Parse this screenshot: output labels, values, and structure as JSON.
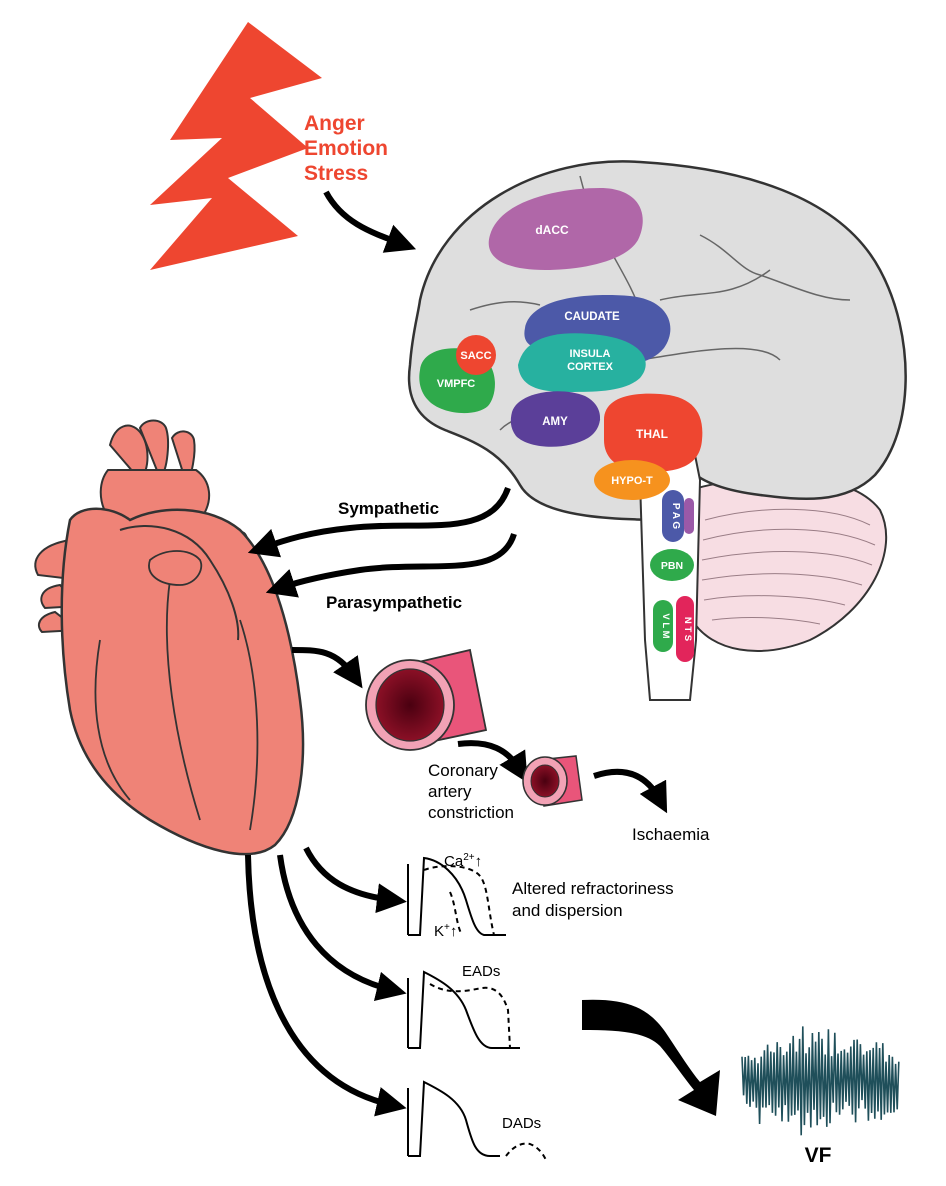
{
  "trigger": {
    "lines": [
      "Anger",
      "Emotion",
      "Stress"
    ],
    "color": "#ee4630"
  },
  "brain_regions": {
    "dacc": "dACC",
    "caudate": "CAUDATE",
    "insula_line1": "INSULA",
    "insula_line2": "CORTEX",
    "sacc": "SACC",
    "vmpfc": "VMPFC",
    "amy": "AMY",
    "thal": "THAL",
    "hypo_t": "HYPO-T",
    "pag": "P A G",
    "pbn": "PBN",
    "vlm": "V L M",
    "nts": "N T S"
  },
  "pathways": {
    "sympathetic": "Sympathetic",
    "parasympathetic": "Parasympathetic"
  },
  "coronary": {
    "line1": "Coronary",
    "line2": "artery",
    "line3": "constriction",
    "ischaemia": "Ischaemia"
  },
  "action_potentials": {
    "ca_label": "Ca",
    "ca_sup": "2+",
    "ca_arrow": "↑",
    "k_label": "K",
    "k_sup": "+",
    "k_arrow": "↑",
    "refractoriness_line1": "Altered refractoriness",
    "refractoriness_line2": "and dispersion",
    "eads": "EADs",
    "dads": "DADs"
  },
  "outcome": {
    "vf": "VF"
  },
  "colors": {
    "heart": "#ef8377",
    "brain": "#dedede",
    "dacc": "#b067a8",
    "caudate": "#4c59a8",
    "insula": "#27b1a0",
    "sacc": "#ee4630",
    "vmpfc": "#2faa4b",
    "amy": "#5b3f99",
    "thal": "#ee4630",
    "hypo_t": "#f6921e",
    "pag": "#4c59a8",
    "pbn": "#2faa4b",
    "vlm": "#2faa4b",
    "nts": "#e2255b",
    "artery": "#e9557a"
  }
}
